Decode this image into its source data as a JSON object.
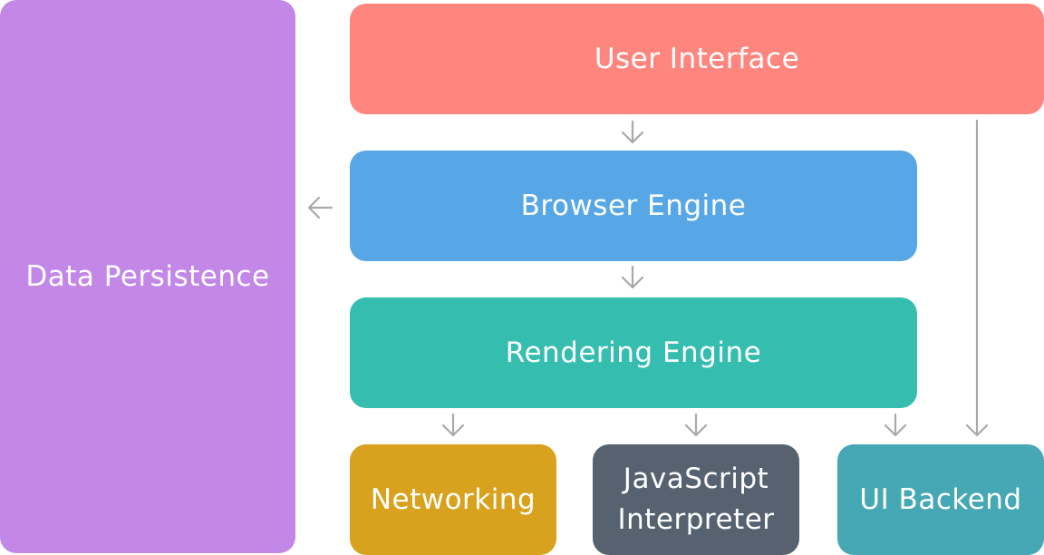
{
  "diagram": {
    "boxes": {
      "data_persistence": {
        "label": "Data Persistence",
        "color": "#c387e8"
      },
      "user_interface": {
        "label": "User Interface",
        "color": "#fe867e"
      },
      "browser_engine": {
        "label": "Browser Engine",
        "color": "#57a7e7"
      },
      "rendering_engine": {
        "label": "Rendering Engine",
        "color": "#35beb0"
      },
      "networking": {
        "label": "Networking",
        "color": "#d9a21e"
      },
      "javascript_interpreter": {
        "lines": [
          "JavaScript",
          "Interpreter"
        ],
        "color": "#566270"
      },
      "ui_backend": {
        "label": "UI Backend",
        "color": "#45a8b4"
      }
    },
    "connections": [
      {
        "from": "user_interface",
        "to": "browser_engine"
      },
      {
        "from": "browser_engine",
        "to": "data_persistence"
      },
      {
        "from": "browser_engine",
        "to": "rendering_engine"
      },
      {
        "from": "rendering_engine",
        "to": "networking"
      },
      {
        "from": "rendering_engine",
        "to": "javascript_interpreter"
      },
      {
        "from": "rendering_engine",
        "to": "ui_backend"
      },
      {
        "from": "user_interface",
        "to": "ui_backend"
      }
    ],
    "arrow_color": "#a9a9a9"
  }
}
